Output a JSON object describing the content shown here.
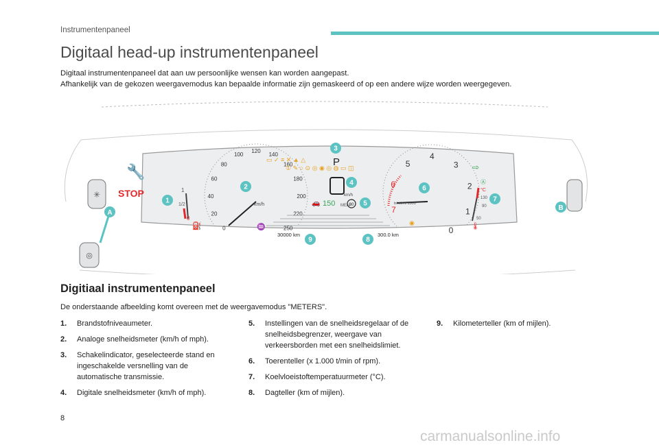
{
  "header": {
    "section_label": "Instrumentenpaneel",
    "accent_color": "#5cc2c2"
  },
  "title": "Digitaal head-up instrumentenpaneel",
  "intro": {
    "line1": "Digitaal instrumentenpaneel dat aan uw persoonlijke wensen kan worden aangepast.",
    "line2": "Afhankelijk van de gekozen weergavemodus kan bepaalde informatie zijn gemaskeerd of op een andere wijze worden weergegeven."
  },
  "figure": {
    "speedo_ticks": [
      "0",
      "20",
      "40",
      "60",
      "80",
      "100",
      "120",
      "140",
      "160",
      "180",
      "200",
      "220",
      "250"
    ],
    "speed_unit": "km/h",
    "tach_ticks": [
      "0",
      "1",
      "2",
      "3",
      "4",
      "5",
      "6",
      "7"
    ],
    "tach_unit": "tr/min x 1000",
    "gear": "P",
    "digital_speed_unit": "km/h",
    "cruise_speed": "150",
    "speed_limit": "30",
    "odometer": "30000 km",
    "trip": "300.0 km",
    "stop_label": "STOP",
    "fuel_full": "1",
    "fuel_half": "1/2",
    "fuel_empty": "0",
    "temp_unit": "°C",
    "temp_high": "130",
    "temp_mid": "90",
    "temp_low": "50",
    "callouts": [
      "1",
      "2",
      "3",
      "4",
      "5",
      "6",
      "7",
      "8",
      "9"
    ],
    "letter_callouts": [
      "A",
      "B"
    ]
  },
  "section": {
    "heading": "Digitiaal instrumentenpaneel",
    "lead": "De onderstaande afbeelding komt overeen met de weergavemodus \"METERS\"."
  },
  "legend": [
    {
      "num": "1.",
      "text": "Brandstofniveaumeter."
    },
    {
      "num": "2.",
      "text": "Analoge snelheidsmeter (km/h of mph)."
    },
    {
      "num": "3.",
      "text": "Schakelindicator, geselecteerde stand en ingeschakelde versnelling van de automatische transmissie."
    },
    {
      "num": "4.",
      "text": "Digitale snelheidsmeter (km/h of mph)."
    },
    {
      "num": "5.",
      "text": "Instellingen van de snelheidsregelaar of de snelheidsbegrenzer, weergave van verkeersborden met een snelheidslimiet."
    },
    {
      "num": "6.",
      "text": "Toerenteller (x 1.000 t/min of rpm)."
    },
    {
      "num": "7.",
      "text": "Koelvloeistoftemperatuurmeter (°C)."
    },
    {
      "num": "8.",
      "text": "Dagteller (km of mijlen)."
    },
    {
      "num": "9.",
      "text": "Kilometerteller (km of mijlen)."
    }
  ],
  "page_number": "8",
  "watermark": "carmanualsonline.info"
}
